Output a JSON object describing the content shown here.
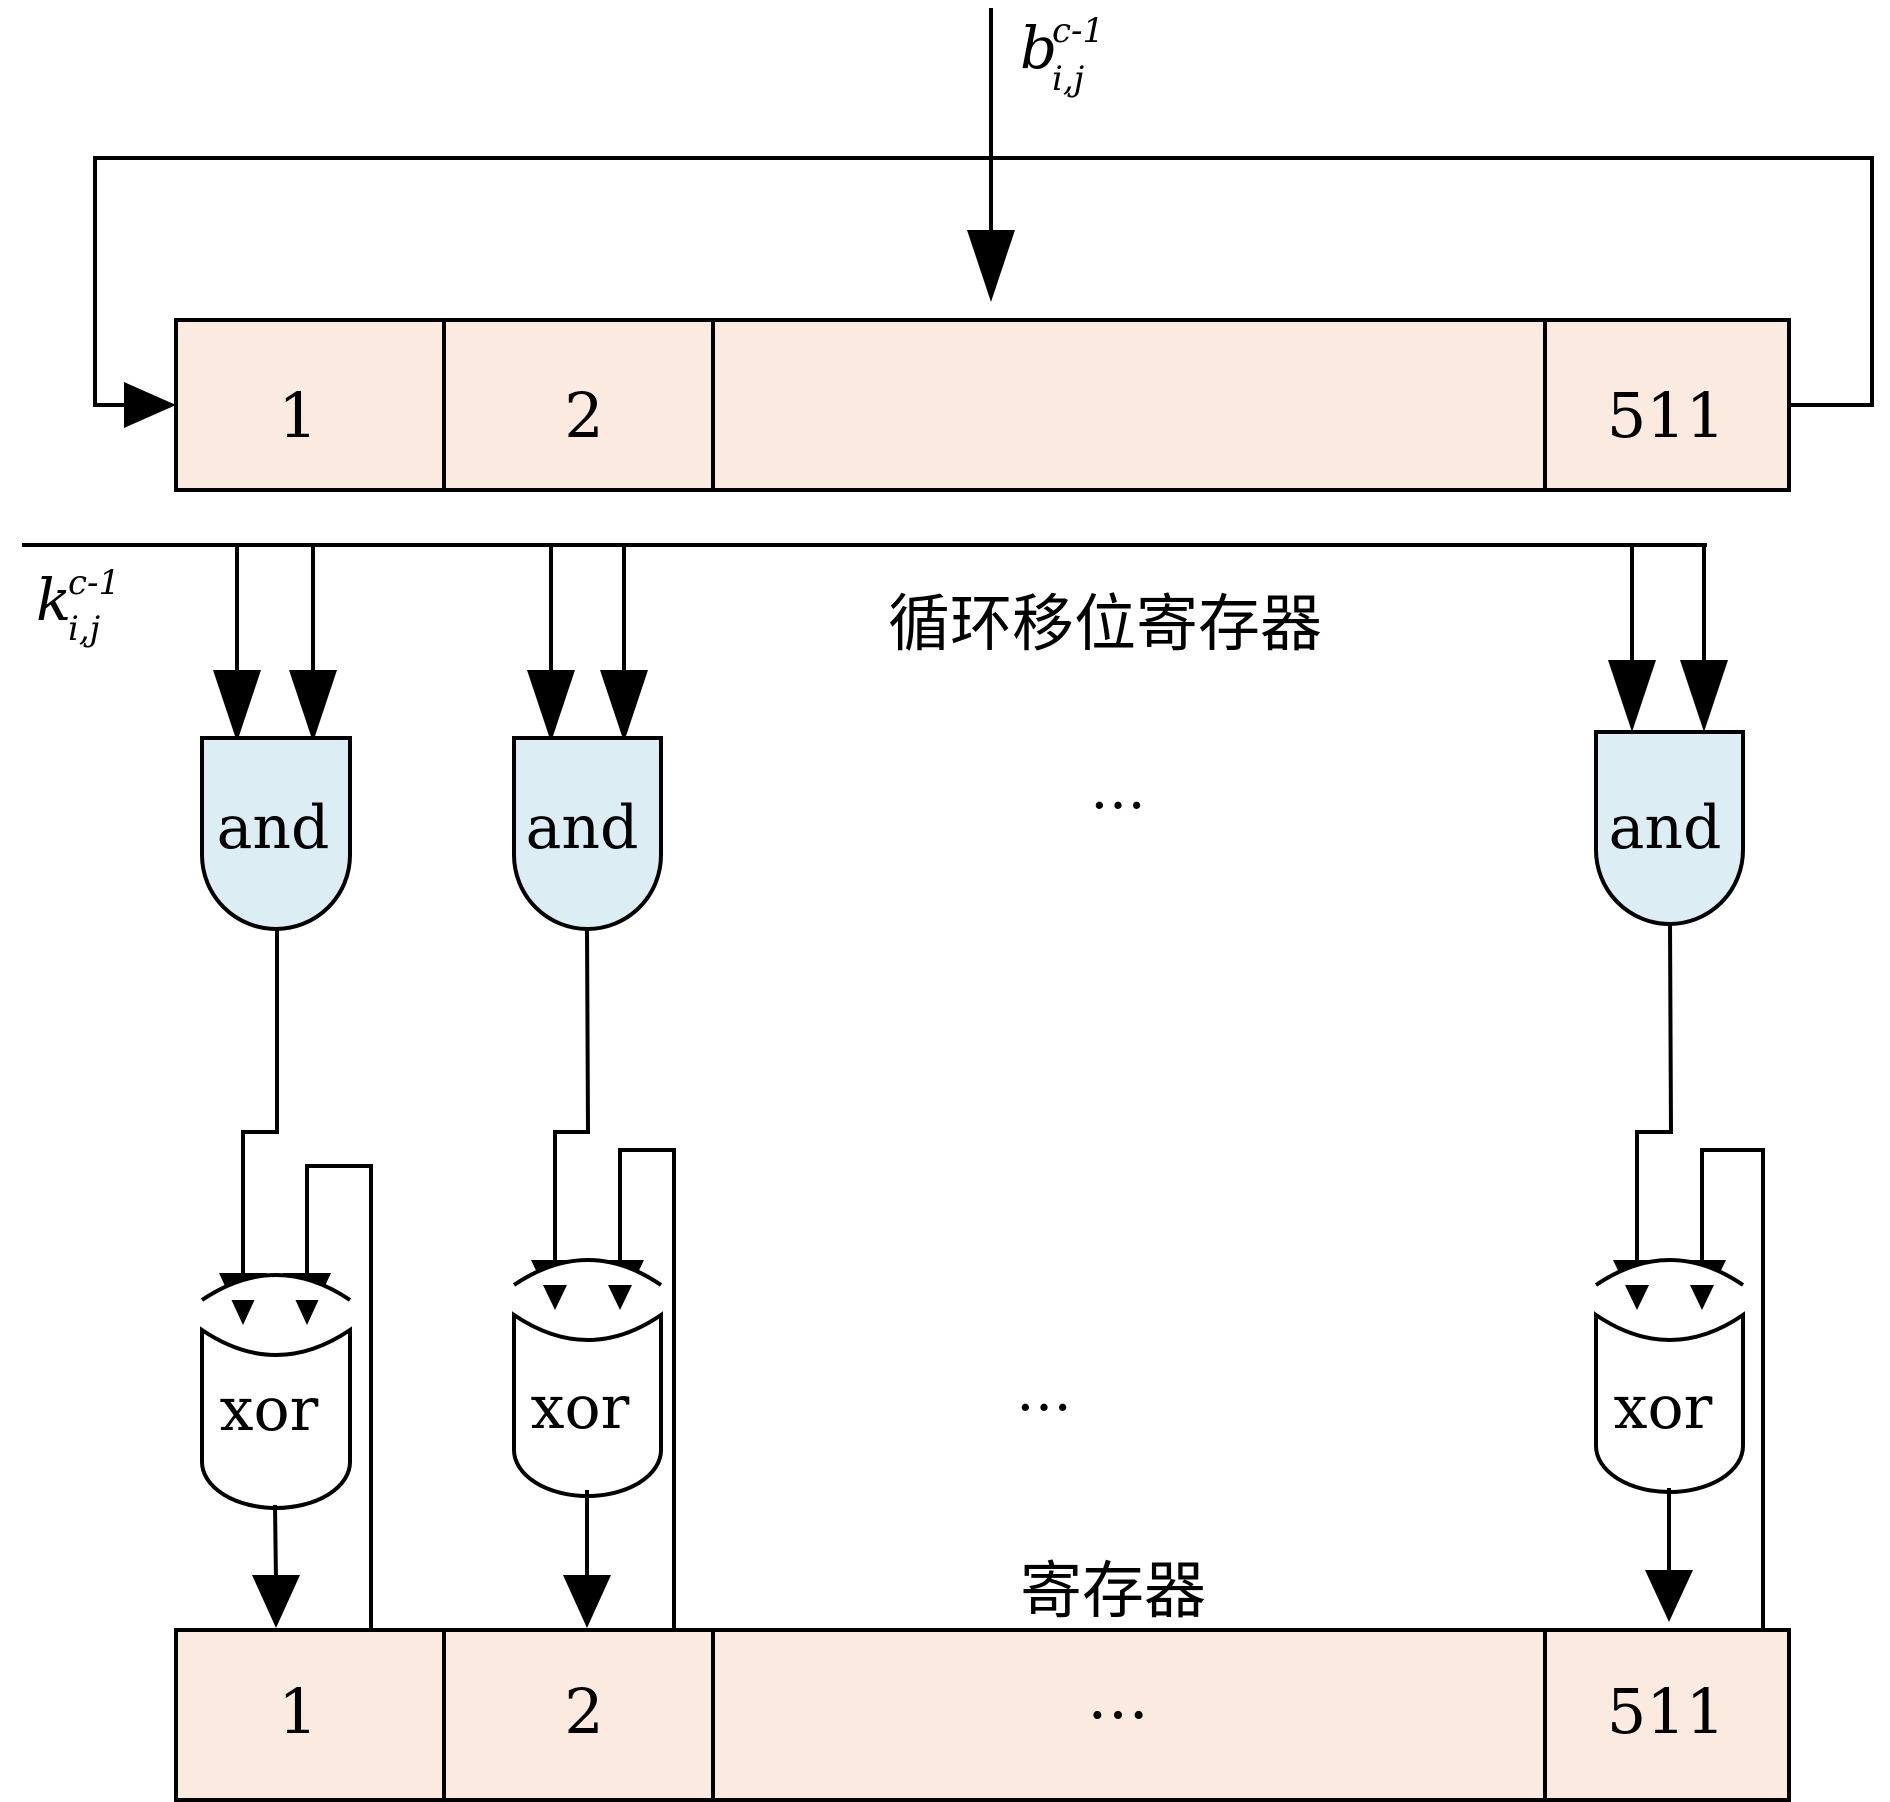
{
  "top_input": {
    "base": "b",
    "sup": "c-1",
    "sub": "i,j"
  },
  "side_input": {
    "base": "k",
    "sup": "c-1",
    "sub": "i,j"
  },
  "shift_register": {
    "caption": "循环移位寄存器",
    "cells": [
      "1",
      "2",
      "",
      "511"
    ]
  },
  "and_gates": {
    "labels": [
      "and",
      "and",
      "and"
    ],
    "ellipsis": "…"
  },
  "xor_gates": {
    "labels": [
      "xor",
      "xor",
      "xor"
    ],
    "ellipsis": "…"
  },
  "register": {
    "caption": "寄存器",
    "cells": [
      "1",
      "2",
      "…",
      "511"
    ]
  }
}
